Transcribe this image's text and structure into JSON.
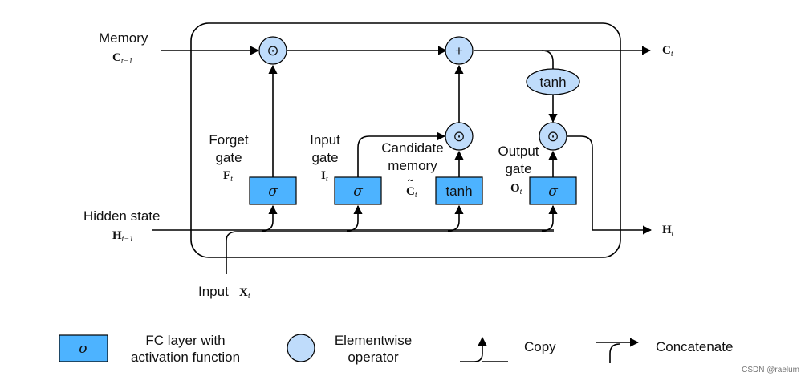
{
  "inputs": {
    "memory_label": "Memory",
    "c_prev": {
      "main": "C",
      "sub": "t−1"
    },
    "hidden_label": "Hidden state",
    "h_prev": {
      "main": "H",
      "sub": "t−1"
    },
    "input_label": "Input",
    "x_t": {
      "main": "X",
      "sub": "t"
    }
  },
  "outputs": {
    "c_t": {
      "main": "C",
      "sub": "t"
    },
    "h_t": {
      "main": "H",
      "sub": "t"
    }
  },
  "gates": {
    "forget": {
      "line1": "Forget",
      "line2": "gate",
      "main": "F",
      "sub": "t",
      "op": "σ"
    },
    "input": {
      "line1": "Input",
      "line2": "gate",
      "main": "I",
      "sub": "t",
      "op": "σ"
    },
    "candidate": {
      "line1": "Candidate",
      "line2": "memory",
      "main": "C",
      "sub": "t",
      "op": "tanh"
    },
    "output": {
      "line1": "Output",
      "line2": "gate",
      "main": "O",
      "sub": "t",
      "op": "σ"
    }
  },
  "operators": {
    "multiply_symbol": "⊙",
    "add_symbol": "+",
    "tanh_label": "tanh"
  },
  "legend": {
    "fc_symbol": "σ",
    "fc_line1": "FC layer with",
    "fc_line2": "activation function",
    "elem_line1": "Elementwise",
    "elem_line2": "operator",
    "copy": "Copy",
    "concat": "Concatenate"
  },
  "watermark": "CSDN @raelum"
}
